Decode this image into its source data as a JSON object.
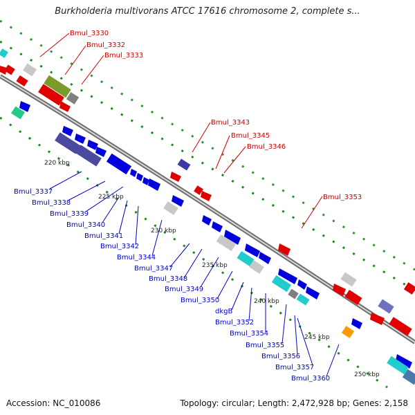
{
  "title": "Burkholderia multivorans ATCC 17616 chromosome 2, complete s...",
  "footer": {
    "accession": "Accession: NC_010086",
    "info": "Topology: circular; Length: 2,472,928 bp; Genes: 2,158"
  },
  "colors": {
    "forward_label": "#cc0000",
    "reverse_label": "#0000cc",
    "backbone": "#8a8a8a",
    "dots": "#1a8a1a"
  },
  "ticks": [
    "220 kbp",
    "225 kbp",
    "230 kbp",
    "235 kbp",
    "240 kbp",
    "245 kbp",
    "250 kbp"
  ],
  "forward_labels": [
    "Bmul_3330",
    "Bmul_3332",
    "Bmul_3333",
    "Bmul_3343",
    "Bmul_3345",
    "Bmul_3346",
    "Bmul_3353"
  ],
  "reverse_labels": [
    "Bmul_3337",
    "Bmul_3338",
    "Bmul_3339",
    "Bmul_3340",
    "Bmul_3341",
    "Bmul_3342",
    "Bmul_3344",
    "Bmul_3347",
    "Bmul_3348",
    "Bmul_3349",
    "Bmul_3350",
    "dkgB",
    "Bmul_3352",
    "Bmul_3354",
    "Bmul_3355",
    "Bmul_3356",
    "Bmul_3357",
    "Bmul_3360"
  ]
}
